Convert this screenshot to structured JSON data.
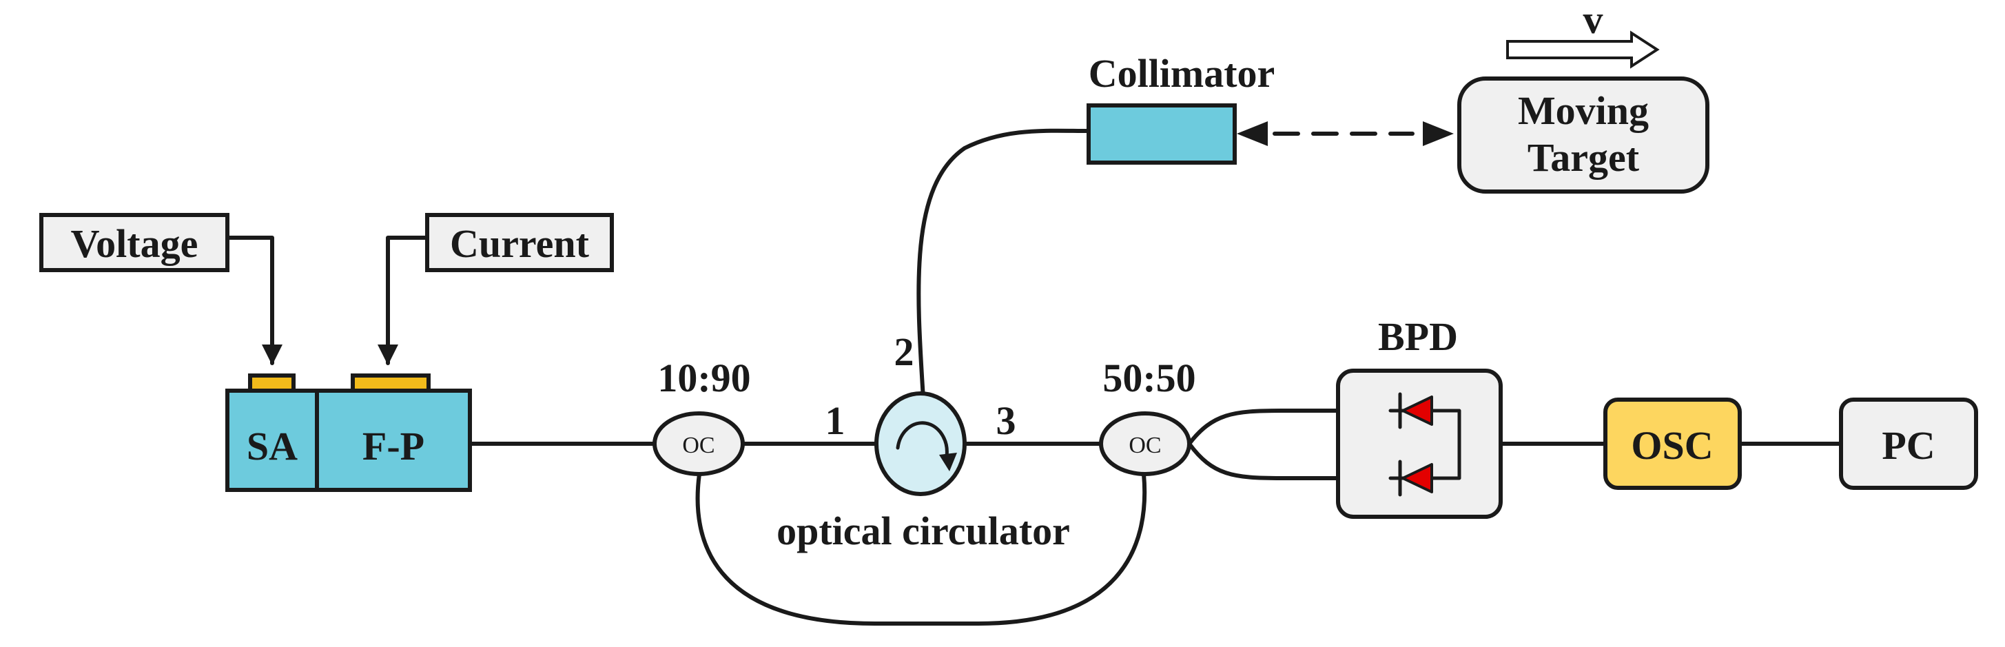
{
  "labels": {
    "voltage": "Voltage",
    "current": "Current",
    "sa": "SA",
    "fp": "F-P",
    "coupler_ratio_1": "10:90",
    "coupler_ratio_2": "50:50",
    "coupler_1": "OC",
    "coupler_2": "OC",
    "port_1": "1",
    "port_2": "2",
    "port_3": "3",
    "circulator": "optical circulator",
    "collimator": "Collimator",
    "velocity": "v",
    "target_line1": "Moving",
    "target_line2": "Target",
    "bpd": "BPD",
    "osc": "OSC",
    "pc": "PC"
  },
  "colors": {
    "laser_fill": "#6dcbdd",
    "electrode_fill": "#f2bb1b",
    "circulator_fill": "#d4eef4",
    "box_fill": "#f0f0f0",
    "osc_fill": "#fdd65f",
    "diode_fill": "#e30000",
    "line": "#1a1a1a"
  },
  "icons": {
    "circulator_arrow": "circular-arrow-icon",
    "velocity_arrow": "right-arrow-icon",
    "photodiode": "photodiode-icon"
  }
}
